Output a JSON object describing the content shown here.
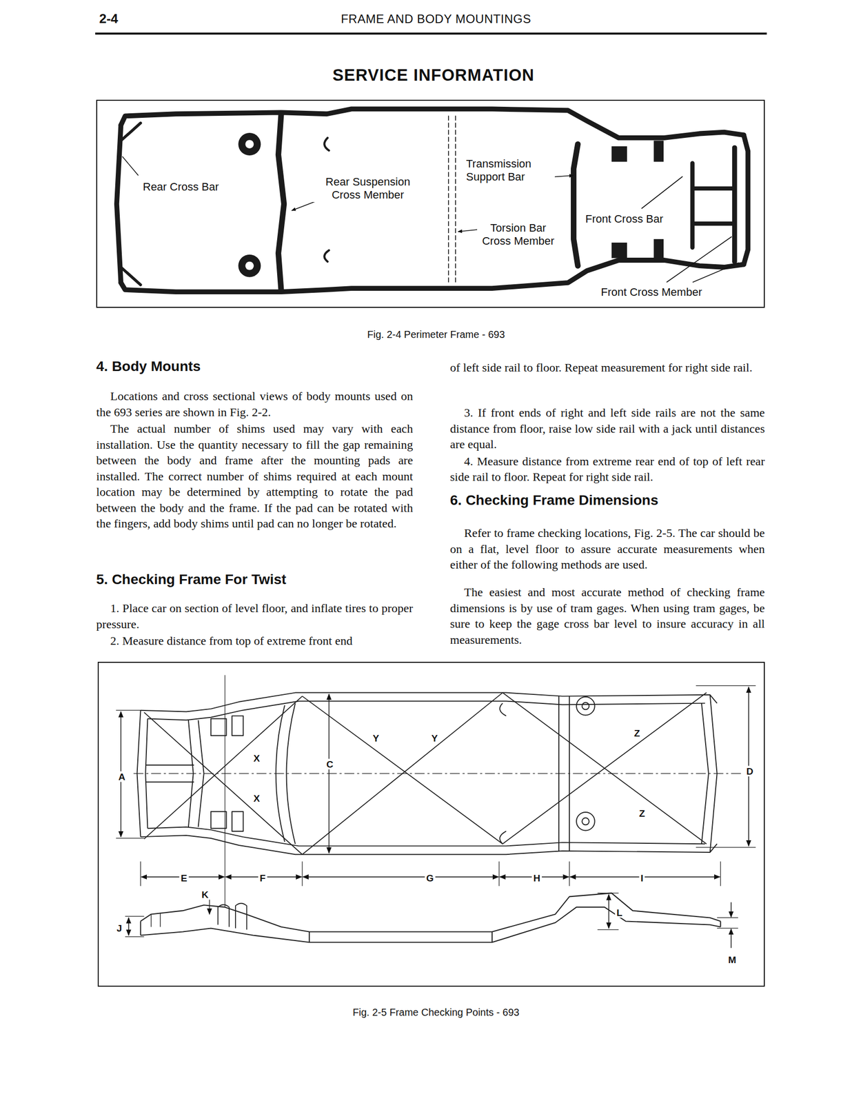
{
  "diagram": {
    "title": "SERVICE INFORMATION",
    "nodes": [
      {
        "text": [
          "Rear Cross Bar",
          "Rear Suspension Cross Member",
          "Transmission Support Bar",
          "Torsion Bar Cross Member",
          "Front Cross Bar",
          "Front Cross Member"
        ]
      },
      {
        "text": [
          "X",
          "X",
          "C",
          "Y",
          "Y",
          "Z",
          "Z",
          "D",
          "A",
          "E",
          "F",
          "G",
          "H",
          "I",
          "K",
          "J",
          "L",
          "M"
        ]
      }
    ],
    "labels": [
      "2-4",
      "FRAME AND BODY MOUNTINGS",
      "Fig. 2-4 Perimeter Frame - 693",
      "4. Body Mounts",
      "Locations and cross sectional views of body mounts used on the 693 series are shown in Fig. 2-2.",
      "The actual number of shims used may vary with each installation. Use the quantity necessary to fill the gap remaining between the body and frame after the mounting pads are installed. The correct number of shims required at each mount location may be determined by attempting to rotate the pad between the body and the frame. If the pad can be rotated with the fingers, add body shims until pad can no longer be rotated.",
      "5. Checking Frame For Twist",
      "1. Place car on section of level floor, and inflate tires to proper pressure.",
      "2. Measure distance from top of extreme front end",
      "of left side rail to floor. Repeat measurement for right side rail.",
      "3. If front ends of right and left side rails are not the same distance from floor, raise low side rail with a jack until distances are equal.",
      "4. Measure distance from extreme rear end of top of left rear side rail to floor. Repeat for right side rail.",
      "6. Checking Frame Dimensions",
      "Refer to frame checking locations, Fig. 2-5. The car should be on a flat, level floor to assure accurate measurements when either of the following methods are used.",
      "The easiest and most accurate method of checking frame dimensions is by use of tram gages. When using tram gages, be sure to keep the gage cross bar level to insure accuracy in all measurements.",
      "Fig. 2-5 Frame Checking Points - 693"
    ]
  }
}
